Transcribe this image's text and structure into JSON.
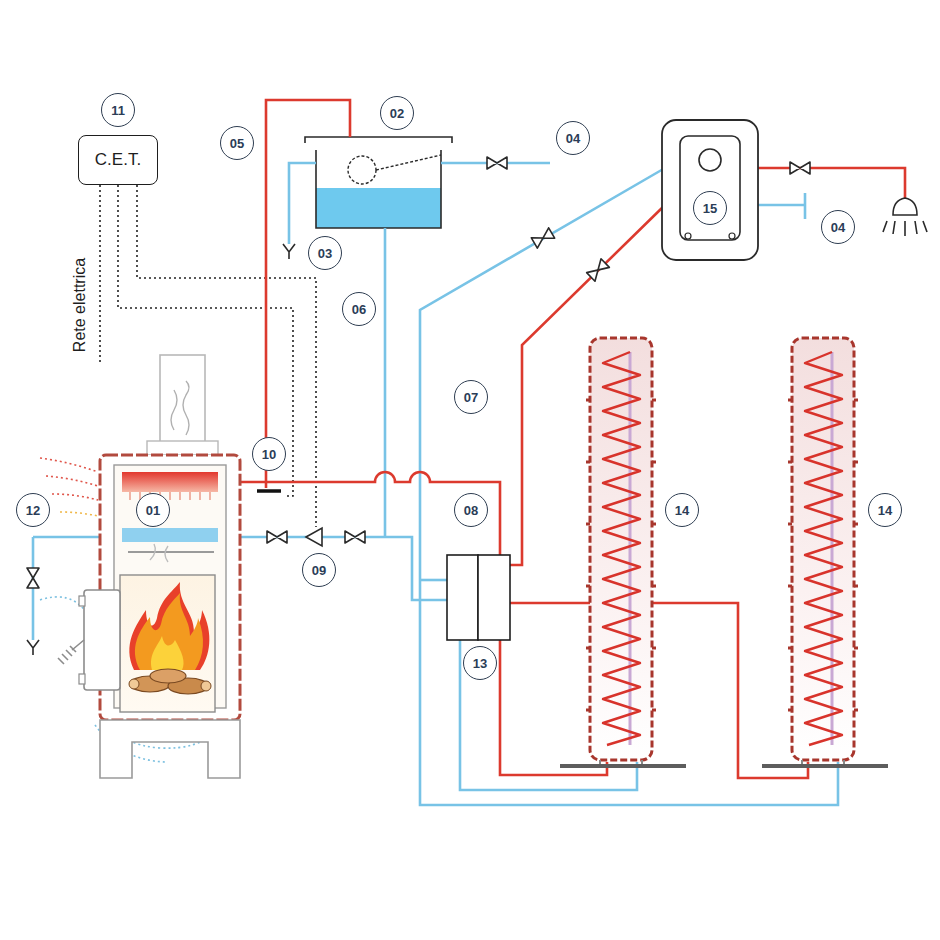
{
  "diagram": {
    "nodes": [
      {
        "text": [
          "C.E.T."
        ]
      }
    ],
    "labels": [
      "11",
      "05",
      "02",
      "04",
      "03",
      "06",
      "15",
      "04",
      "Rete elettrica",
      "07",
      "10",
      "12",
      "01",
      "08",
      "14",
      "14",
      "09",
      "13"
    ]
  }
}
